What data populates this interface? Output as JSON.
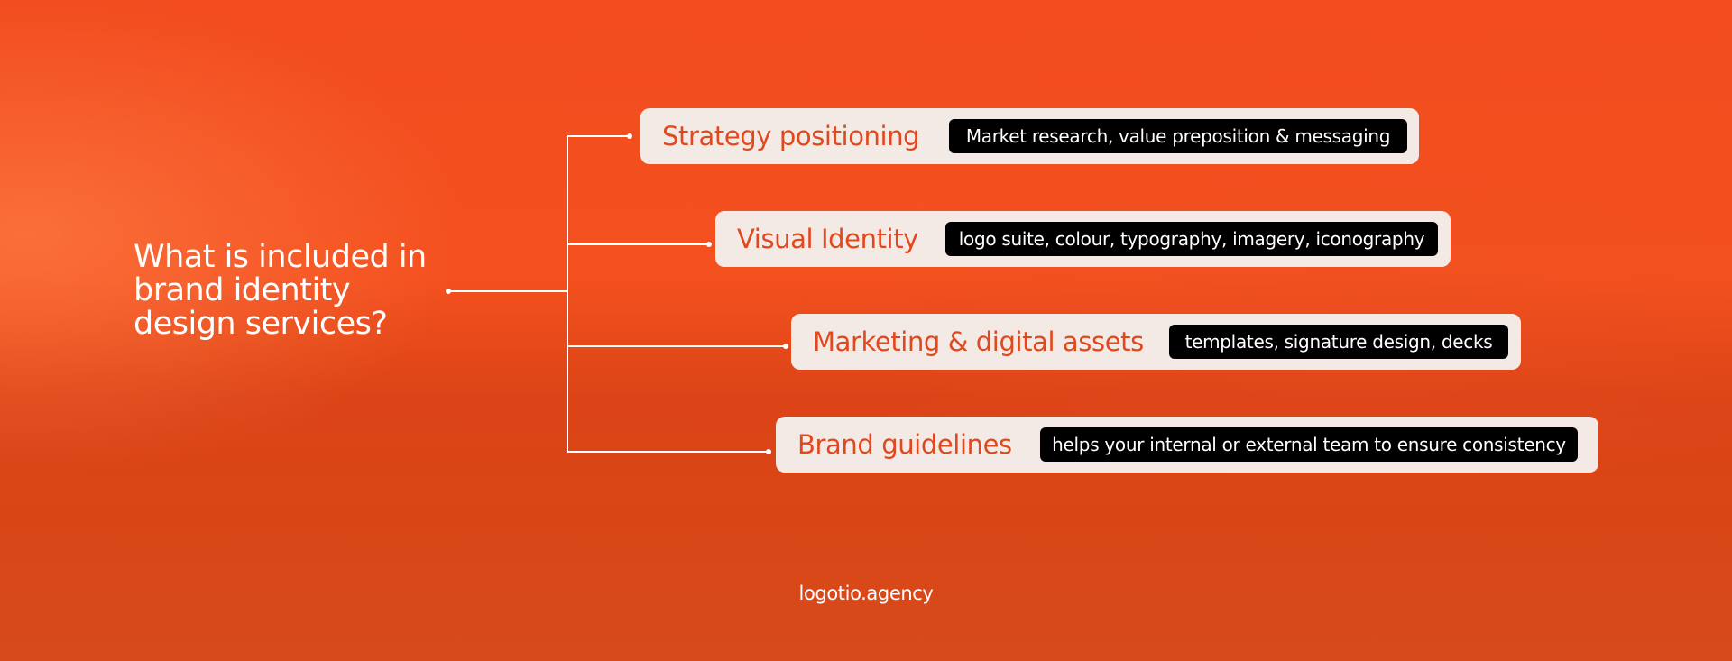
{
  "heading": {
    "lines": [
      "What is included in",
      "brand identity",
      "design services?"
    ]
  },
  "items": [
    {
      "title": "Strategy positioning",
      "description": "Market research, value preposition & messaging"
    },
    {
      "title": "Visual Identity",
      "description": "logo suite, colour, typography, imagery, iconography"
    },
    {
      "title": "Marketing & digital assets",
      "description": "templates, signature design, decks"
    },
    {
      "title": "Brand guidelines",
      "description": "helps your internal or external team to ensure consistency"
    }
  ],
  "footer": {
    "brand": "logotio.agency"
  },
  "colors": {
    "background": "#f24c1f",
    "accent_text": "#e2481d",
    "card": "#f3eae6",
    "pill": "#000000",
    "line": "#ffffff"
  }
}
